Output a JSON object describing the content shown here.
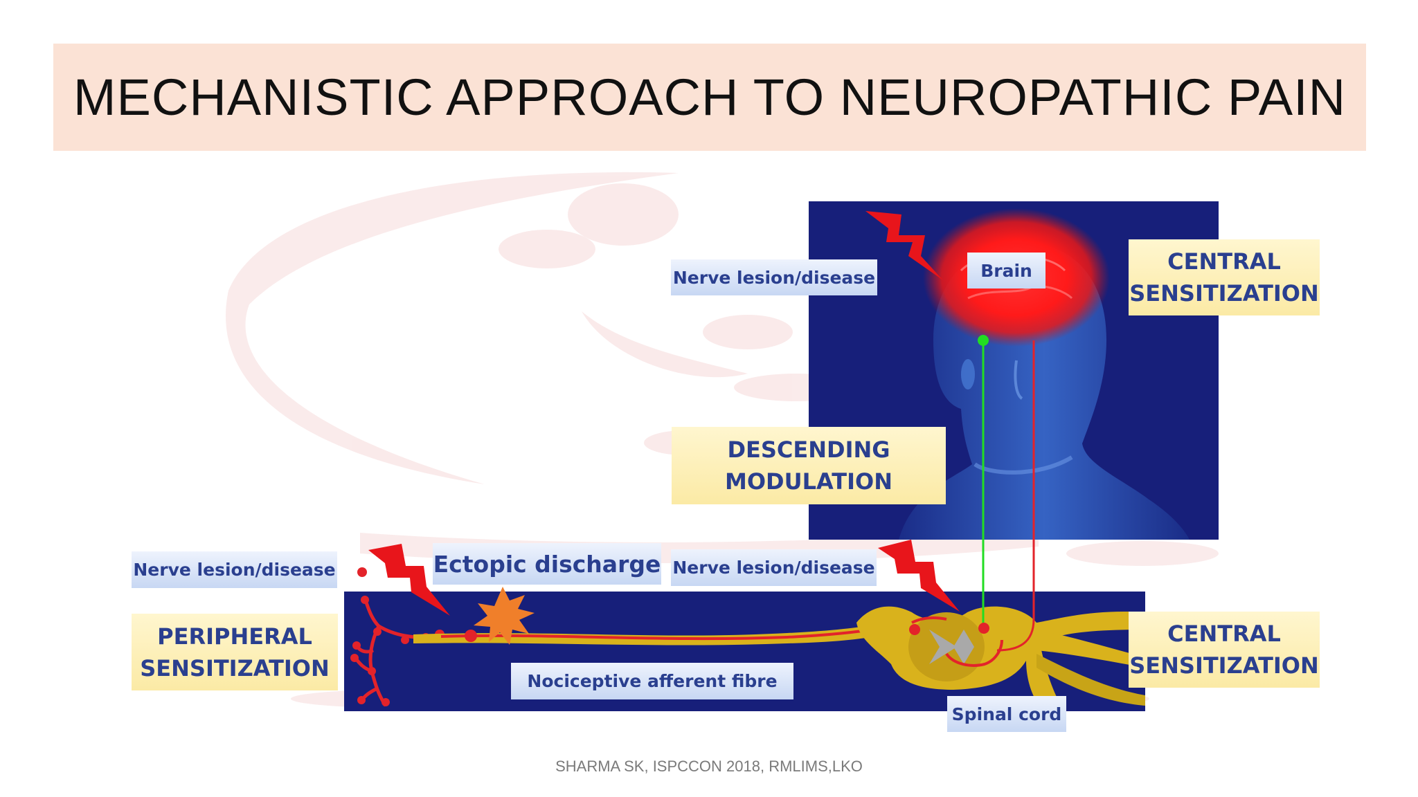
{
  "title": "MECHANISTIC APPROACH TO NEUROPATHIC PAIN",
  "footer": "SHARMA SK, ISPCCON 2018, RMLIMS,LKO",
  "labels": {
    "brain": "Brain",
    "nerve_lesion_brain": "Nerve lesion/disease",
    "central_sensitization_top": [
      "CENTRAL",
      "SENSITIZATION"
    ],
    "descending_modulation": [
      "DESCENDING",
      "MODULATION"
    ],
    "nerve_lesion_left": "Nerve lesion/disease",
    "ectopic_discharge": "Ectopic discharge",
    "nerve_lesion_middle": "Nerve lesion/disease",
    "peripheral_sensitization": [
      "PERIPHERAL",
      "SENSITIZATION"
    ],
    "nociceptive_fibre": "Nociceptive afferent fibre",
    "central_sensitization_bottom": [
      "CENTRAL",
      "SENSITIZATION"
    ],
    "spinal_cord": "Spinal cord"
  },
  "colors": {
    "title_bg": "#fbe2d5",
    "panel_bg": "#171f7a",
    "label_text": "#2a3f8f",
    "lightning": "#e8151b",
    "descending_path": "#22dd22",
    "ascending_path": "#e3232a",
    "nerve_fibre": "#d9b21c",
    "starburst": "#f07f2a"
  },
  "icons": [
    "lightning-bolt-icon",
    "starburst-icon",
    "brain-glow-icon",
    "head-silhouette-icon",
    "spinal-cord-icon",
    "nerve-endings-icon",
    "watermark-logo-icon"
  ]
}
